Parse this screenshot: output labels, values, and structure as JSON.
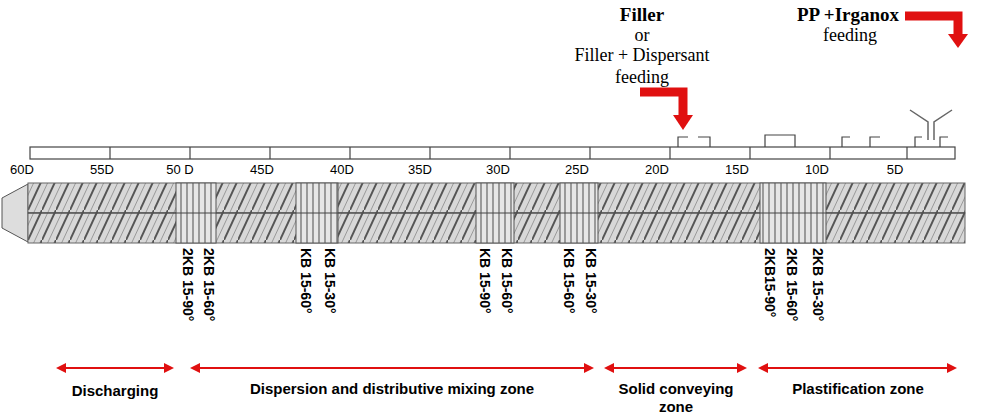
{
  "diagram": {
    "labels": [
      "Filler",
      "or",
      "Filler + Dispersant",
      "feeding",
      "PP +Irganox",
      "feeding",
      "60D",
      "55D",
      "50 D",
      "45D",
      "40D",
      "35D",
      "30D",
      "25D",
      "20D",
      "15D",
      "10D",
      "5D",
      "2KB 15-90°",
      "2KB 15-60°",
      "KB 15-60°",
      "KB 15-30°",
      "KB 15-90°",
      "KB 15-60°",
      "KB 15-60°",
      "KB 15-30°",
      "2KB15-90°",
      "2KB 15-60°",
      "2KB 15-30°",
      "Discharging",
      "Dispersion and distributive mixing zone",
      "Solid conveying zone",
      "Plastification zone"
    ]
  }
}
